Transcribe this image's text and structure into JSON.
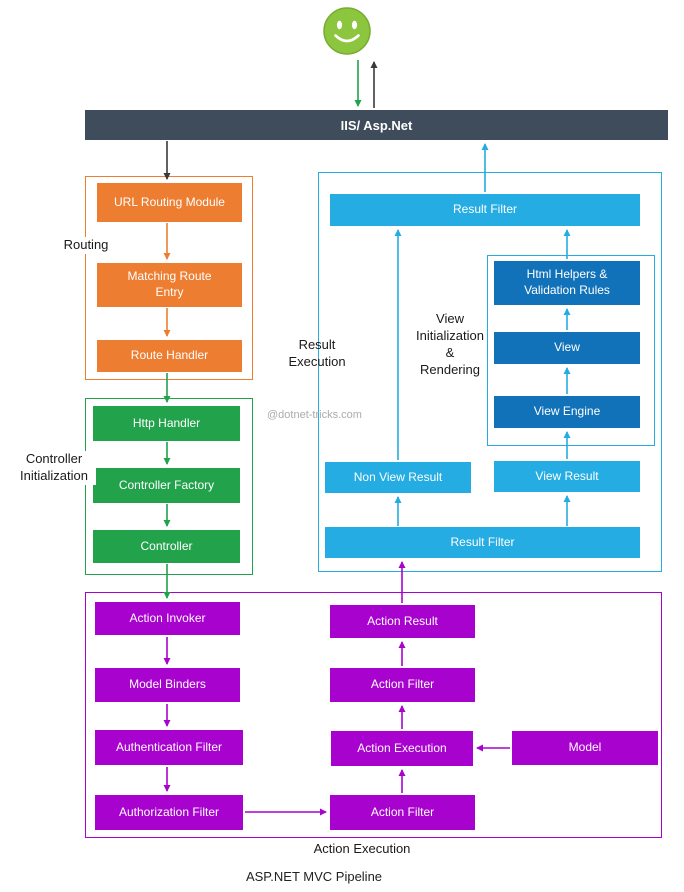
{
  "page": {
    "caption": "ASP.NET MVC Pipeline",
    "watermark": "@dotnet-tricks.com"
  },
  "iis": {
    "label": "IIS/ Asp.Net"
  },
  "routing": {
    "label": "Routing",
    "url_routing_module": "URL Routing Module",
    "matching_route_entry": "Matching Route Entry",
    "route_handler": "Route Handler"
  },
  "controller_init": {
    "label": "Controller\nInitialization",
    "http_handler": "Http Handler",
    "controller_factory": "Controller Factory",
    "controller": "Controller"
  },
  "result_execution": {
    "label": "Result\nExecution",
    "view_init_label": "View\nInitialization\n&\nRendering",
    "result_filter_top": "Result Filter",
    "html_helpers": "Html Helpers & Validation Rules",
    "view": "View",
    "view_engine": "View Engine",
    "view_result": "View Result",
    "non_view_result": "Non View Result",
    "result_filter_bottom": "Result Filter"
  },
  "action_execution": {
    "label": "Action Execution",
    "action_invoker": "Action Invoker",
    "model_binders": "Model Binders",
    "authentication_filter": "Authentication Filter",
    "authorization_filter": "Authorization Filter",
    "action_result": "Action Result",
    "action_filter_top": "Action Filter",
    "action_execution": "Action Execution",
    "action_filter_bottom": "Action Filter",
    "model": "Model"
  },
  "colors": {
    "orange": "#ED7D31",
    "green": "#21A24B",
    "cyan": "#25ACE3",
    "blue": "#1272B9",
    "purple": "#A803CE",
    "iis_bar": "#3E4C5B",
    "smiley": "#8CC63F"
  }
}
